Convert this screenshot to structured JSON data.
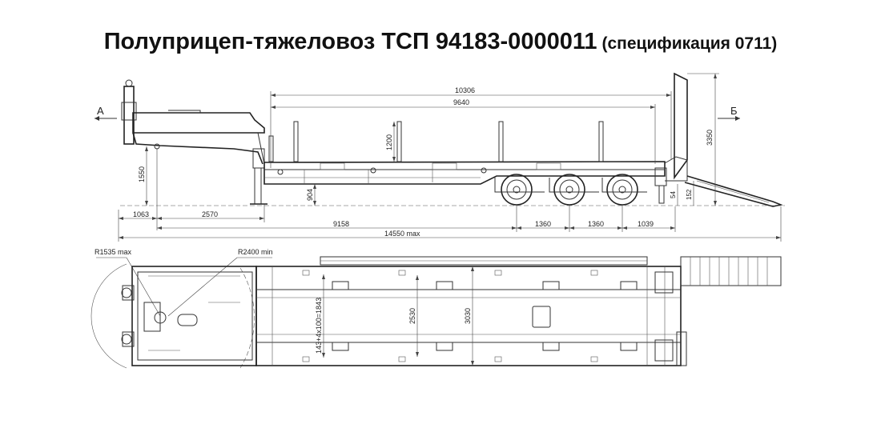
{
  "title": {
    "main": "Полуприцеп-тяжеловоз ТСП 94183-0000011",
    "spec": "(спецификация 0711)"
  },
  "side_view": {
    "section_left": "А",
    "section_right": "Б",
    "dimensions": {
      "overall_platform": "10306",
      "deck_length": "9640",
      "stake_height": "1200",
      "overall_height": "3350",
      "kingpin_height": "1550",
      "deck_height": "904",
      "front_overhang": "1063",
      "kingpin_to_leg": "2570",
      "kingpin_to_axle": "9158",
      "axle_spacing_1": "1360",
      "axle_spacing_2": "1360",
      "rear_overhang": "1039",
      "overall_length": "14550 max",
      "ramp_small_1": "54",
      "ramp_small_2": "152"
    }
  },
  "top_view": {
    "radius_front": "R1535 max",
    "radius_turn": "R2400 min",
    "width_inner": "2530",
    "width_outer": "3030",
    "pocket_spacing": "143+4х100=1843"
  },
  "colors": {
    "line": "#333333",
    "text": "#111111",
    "background": "#ffffff"
  }
}
